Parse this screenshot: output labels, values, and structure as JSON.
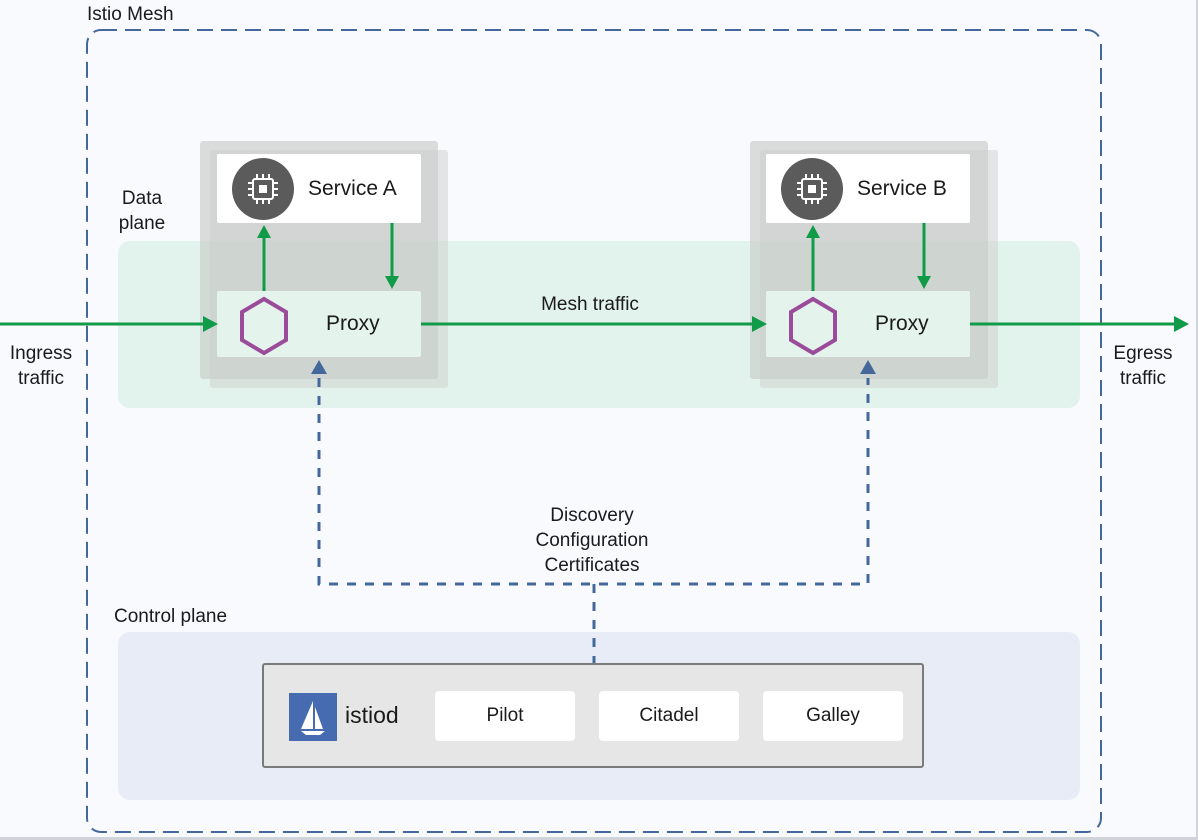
{
  "mesh": {
    "title": "Istio Mesh"
  },
  "data_plane": {
    "label_line1": "Data",
    "label_line2": "plane"
  },
  "services": [
    {
      "name": "Service A",
      "proxy_label": "Proxy"
    },
    {
      "name": "Service B",
      "proxy_label": "Proxy"
    }
  ],
  "traffic": {
    "ingress_line1": "Ingress",
    "ingress_line2": "traffic",
    "mesh": "Mesh traffic",
    "egress_line1": "Egress",
    "egress_line2": "traffic"
  },
  "control_flow": {
    "line1": "Discovery",
    "line2": "Configuration",
    "line3": "Certificates"
  },
  "control_plane": {
    "label": "Control plane",
    "istiod": "istiod",
    "components": [
      "Pilot",
      "Citadel",
      "Galley"
    ]
  },
  "colors": {
    "traffic_arrow": "#109b48",
    "control_arrow": "#45689c",
    "proxy_hexagon": "#9a4c9b",
    "data_plane_bg": "#e2f2ec",
    "control_plane_bg": "#e8ecf7",
    "istio_logo": "#466bb0"
  }
}
